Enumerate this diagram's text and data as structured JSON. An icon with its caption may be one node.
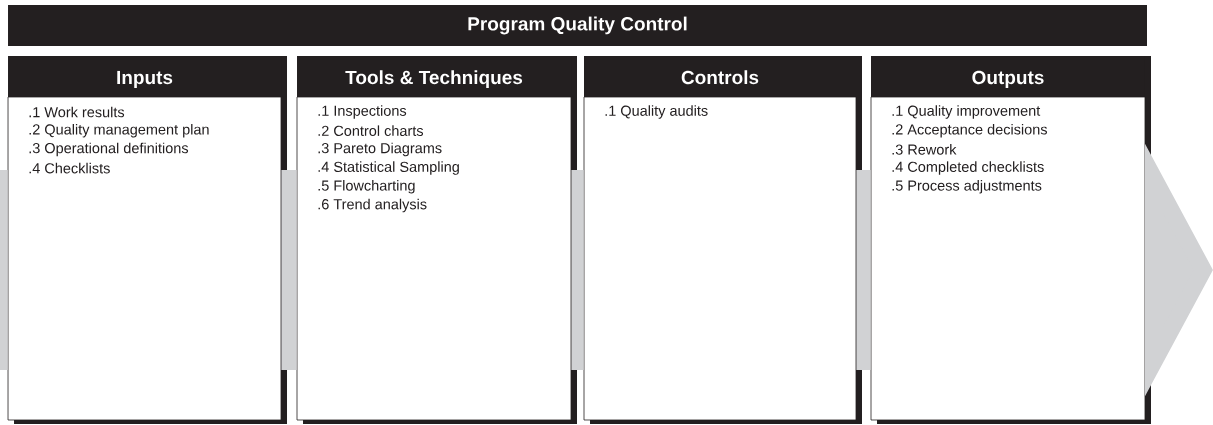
{
  "diagram": {
    "title": "Program Quality Control",
    "nodes": [
      {
        "text": [
          "Inputs",
          ".1 Work results",
          ".2 Quality management plan",
          ".3 Operational definitions",
          ".4 Checklists"
        ]
      },
      {
        "text": [
          "Tools & Techniques",
          ".1 Inspections",
          ".2 Control charts",
          ".3 Pareto Diagrams",
          ".4 Statistical Sampling",
          ".5 Flowcharting",
          ".6 Trend analysis"
        ]
      },
      {
        "text": [
          "Controls",
          ".1 Quality audits"
        ]
      },
      {
        "text": [
          "Outputs",
          ".1 Quality improvement",
          ".2 Acceptance decisions",
          ".3 Rework",
          ".4 Completed checklists",
          ".5 Process adjustments"
        ]
      }
    ],
    "edges": [
      {
        "from": null,
        "to": 0,
        "arrow": "none"
      },
      {
        "from": 0,
        "to": 1,
        "arrow": "none"
      },
      {
        "from": 1,
        "to": 2,
        "arrow": "none"
      },
      {
        "from": 2,
        "to": 3,
        "arrow": "none"
      },
      {
        "from": 3,
        "to": null,
        "arrow": "to"
      }
    ]
  }
}
